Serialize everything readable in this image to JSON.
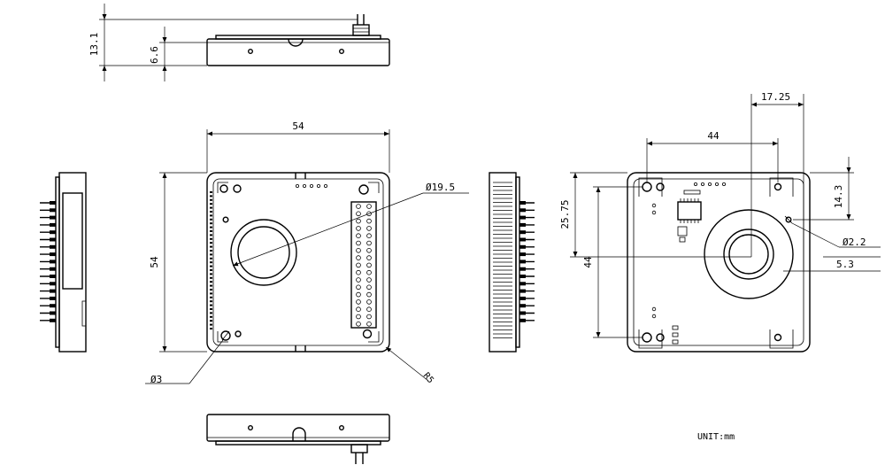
{
  "dimensions": {
    "top_total_height": "13.1",
    "top_body_height": "6.6",
    "front_width": "54",
    "front_height": "54",
    "coil_diameter": "Ø19.5",
    "mount_hole_diameter": "Ø3",
    "corner_radius": "R5",
    "rear_offset_x": "17.25",
    "rear_hole_spacing_x": "44",
    "rear_offset_y": "25.75",
    "rear_hole_spacing_y": "44",
    "rear_small_offset": "14.3",
    "rear_small_hole_diameter": "Ø2.2",
    "rear_small_hole_offset": "5.3"
  },
  "unit_label": "UNIT:mm"
}
